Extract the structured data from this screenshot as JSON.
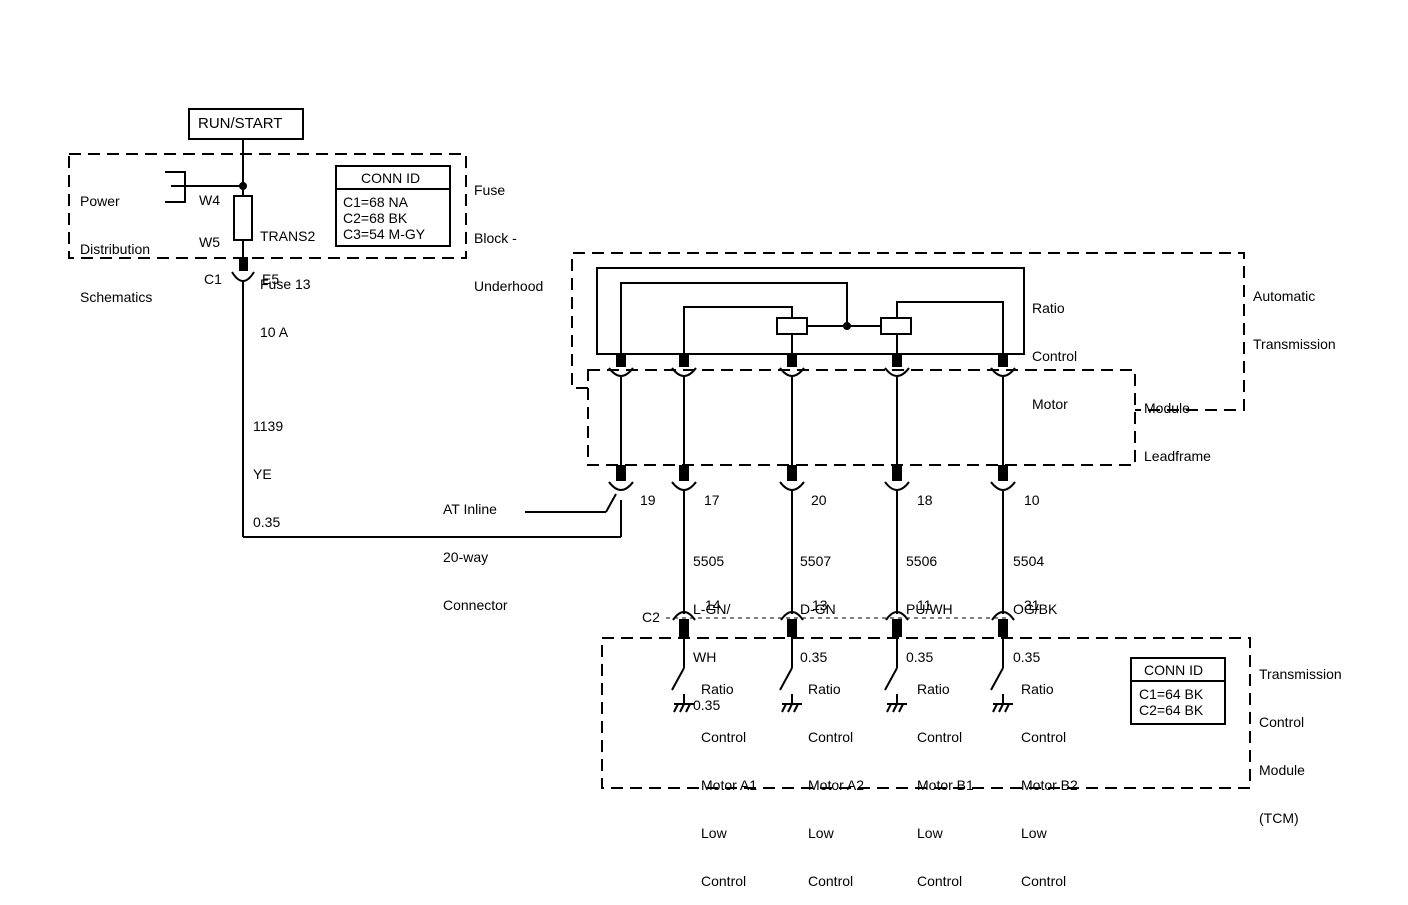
{
  "power": {
    "run_start": "RUN/START"
  },
  "fuse_block": {
    "title_lines": [
      "Fuse",
      "Block -",
      "Underhood"
    ],
    "power_dist_lines": [
      "Power",
      "Distribution",
      "Schematics"
    ],
    "w4": "W4",
    "w5": "W5",
    "fuse_lines": [
      "TRANS2",
      "Fuse 13",
      "10 A"
    ],
    "conn_id": {
      "title": "CONN ID",
      "rows": [
        "C1=68 NA",
        "C2=68 BK",
        "C3=54 M-GY"
      ]
    },
    "c1": "C1",
    "e5": "E5"
  },
  "feed_wire": {
    "lines": [
      "1139",
      "YE",
      "0.35"
    ]
  },
  "auto_trans": {
    "title_lines": [
      "Automatic",
      "Transmission"
    ],
    "motor_lines": [
      "Ratio",
      "Control",
      "Motor"
    ],
    "leadframe_lines": [
      "Module",
      "Leadframe"
    ]
  },
  "inline_connector": {
    "label_lines": [
      "AT Inline",
      "20-way",
      "Connector"
    ],
    "pins": [
      "19",
      "17",
      "20",
      "18",
      "10"
    ]
  },
  "wires": [
    {
      "circuit": "5505",
      "color_lines": [
        "L-GN/",
        "WH"
      ],
      "size": "0.35"
    },
    {
      "circuit": "5507",
      "color_lines": [
        "D-GN"
      ],
      "size": "0.35"
    },
    {
      "circuit": "5506",
      "color_lines": [
        "PU/WH"
      ],
      "size": "0.35"
    },
    {
      "circuit": "5504",
      "color_lines": [
        "OG/BK"
      ],
      "size": "0.35"
    }
  ],
  "tcm": {
    "title_lines": [
      "Transmission",
      "Control",
      "Module",
      "(TCM)"
    ],
    "c2": "C2",
    "pins": [
      "14",
      "13",
      "11",
      "31"
    ],
    "controls": [
      [
        "Ratio",
        "Control",
        "Motor A1",
        "Low",
        "Control"
      ],
      [
        "Ratio",
        "Control",
        "Motor A2",
        "Low",
        "Control"
      ],
      [
        "Ratio",
        "Control",
        "Motor B1",
        "Low",
        "Control"
      ],
      [
        "Ratio",
        "Control",
        "Motor B2",
        "Low",
        "Control"
      ]
    ],
    "conn_id": {
      "title": "CONN ID",
      "rows": [
        "C1=64 BK",
        "C2=64 BK"
      ]
    }
  }
}
